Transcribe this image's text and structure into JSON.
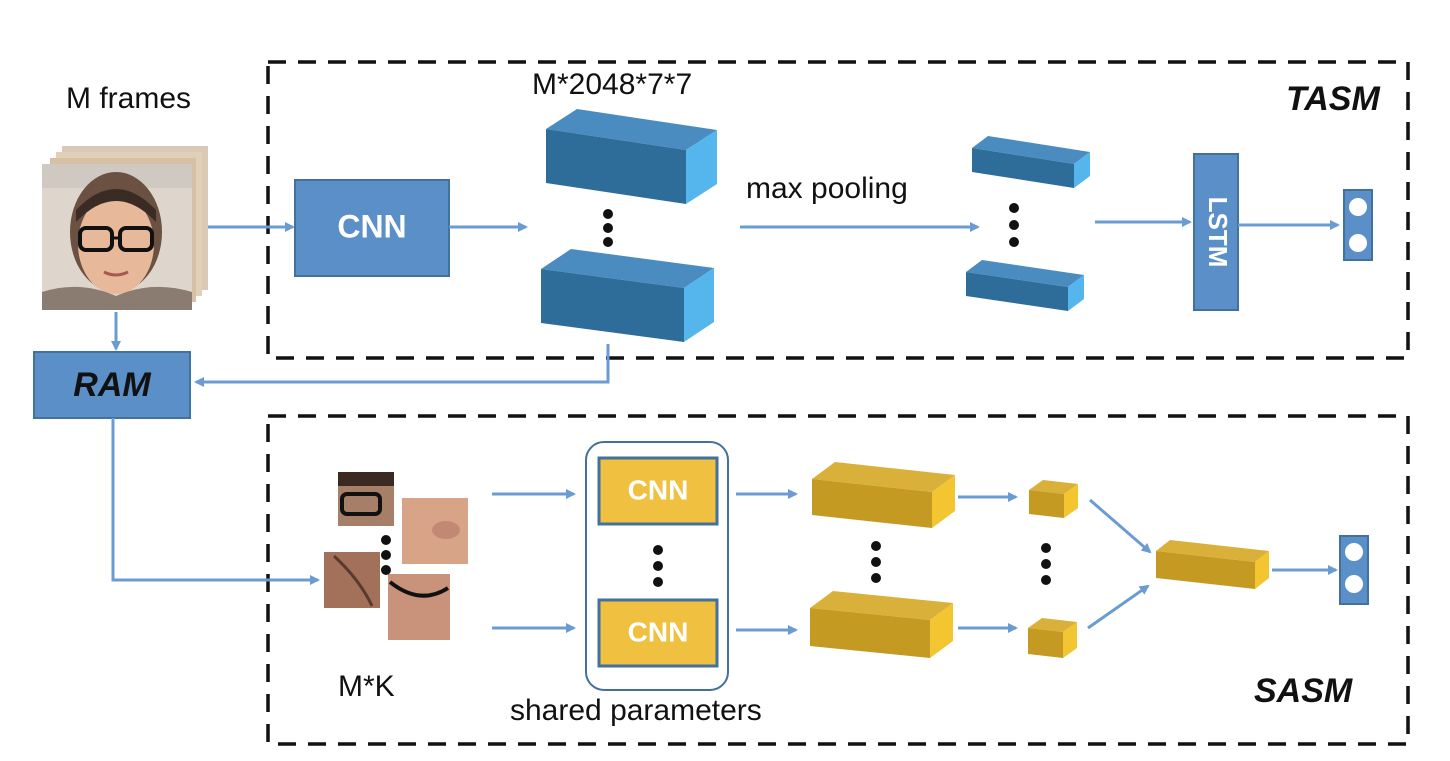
{
  "labels": {
    "input": "M frames",
    "feature_shape": "M*2048*7*7",
    "pooling": "max pooling",
    "tasm": "TASM",
    "sasm": "SASM",
    "ram": "RAM",
    "crops": "M*K",
    "shared": "shared parameters",
    "cnn": "CNN",
    "lstm": "LSTM"
  },
  "colors": {
    "arrow": "#6a9bd3",
    "box_fill": "#5b8fc8",
    "box_stroke": "#41719c",
    "blue_front": "#2e6d99",
    "blue_top": "#4a8cc0",
    "blue_side": "#55b6ee",
    "gold_front": "#c49a22",
    "gold_top": "#d8b03a",
    "gold_side": "#f2c531",
    "yellow_box": "#f0c040",
    "output_fill": "#5b8fc8"
  },
  "icons": [
    "face-frames-stack-icon",
    "face-crop-icons",
    "output-node-icon"
  ]
}
